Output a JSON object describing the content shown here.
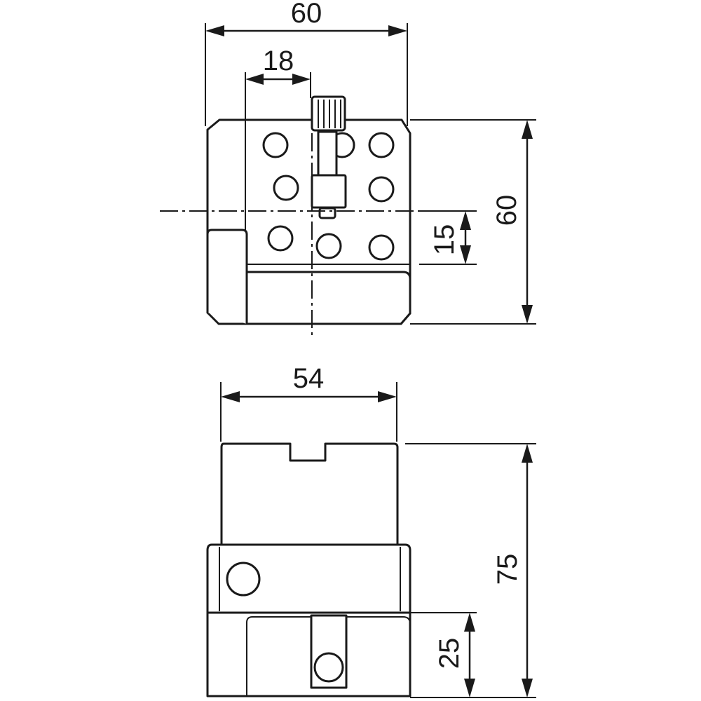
{
  "drawing": {
    "top_view": {
      "dim_width": "60",
      "dim_offset": "18",
      "dim_height": "60",
      "dim_center": "15"
    },
    "front_view": {
      "dim_width": "54",
      "dim_height": "75",
      "dim_lower": "25"
    }
  }
}
